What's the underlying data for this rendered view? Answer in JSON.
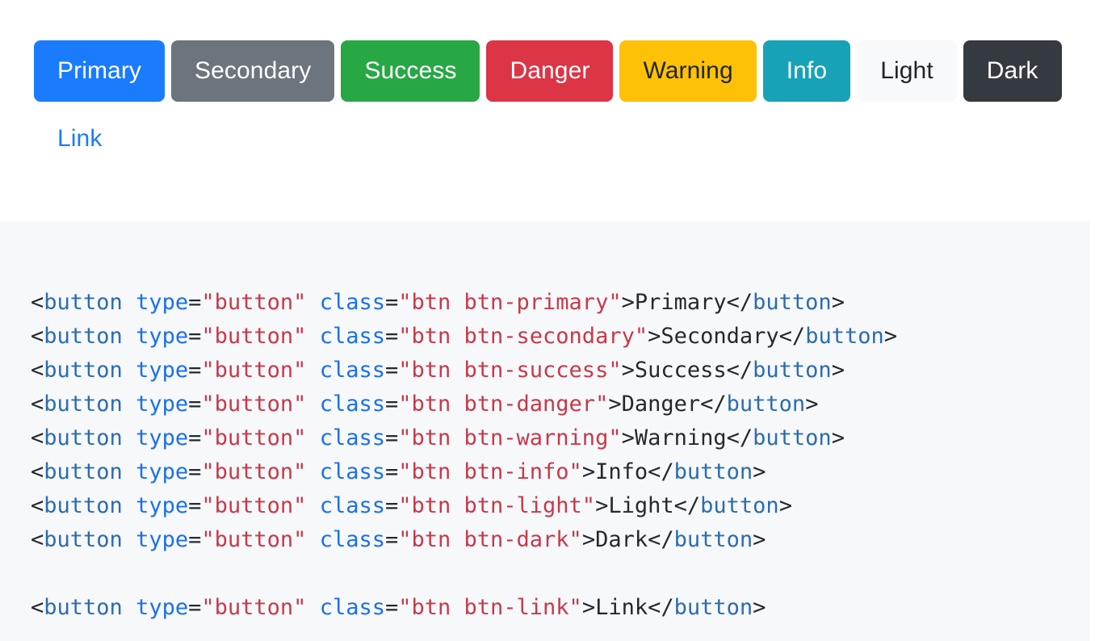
{
  "buttons": [
    {
      "label": "Primary",
      "variant": "primary",
      "color": "#1a7bfd",
      "text_color": "#ffffff"
    },
    {
      "label": "Secondary",
      "variant": "secondary",
      "color": "#6c757d",
      "text_color": "#ffffff"
    },
    {
      "label": "Success",
      "variant": "success",
      "color": "#28a745",
      "text_color": "#ffffff"
    },
    {
      "label": "Danger",
      "variant": "danger",
      "color": "#dc3545",
      "text_color": "#ffffff"
    },
    {
      "label": "Warning",
      "variant": "warning",
      "color": "#ffc107",
      "text_color": "#212529"
    },
    {
      "label": "Info",
      "variant": "info",
      "color": "#17a2b8",
      "text_color": "#ffffff"
    },
    {
      "label": "Light",
      "variant": "light",
      "color": "#f8f9fa",
      "text_color": "#212529"
    },
    {
      "label": "Dark",
      "variant": "dark",
      "color": "#343a40",
      "text_color": "#ffffff"
    }
  ],
  "link_button": {
    "label": "Link",
    "variant": "link",
    "color": "#1a7bfd"
  },
  "code": {
    "background": "#f7f8fa",
    "lines": [
      {
        "tag_open": "<",
        "tag": "button",
        "sp1": " ",
        "attr1": "type",
        "eq1": "=",
        "val1": "\"button\"",
        "sp2": " ",
        "attr2": "class",
        "eq2": "=",
        "val2": "\"btn btn-primary\"",
        "gt": ">",
        "content": "Primary",
        "close": "</",
        "close_tag": "button",
        "close_gt": ">"
      },
      {
        "tag_open": "<",
        "tag": "button",
        "sp1": " ",
        "attr1": "type",
        "eq1": "=",
        "val1": "\"button\"",
        "sp2": " ",
        "attr2": "class",
        "eq2": "=",
        "val2": "\"btn btn-secondary\"",
        "gt": ">",
        "content": "Secondary",
        "close": "</",
        "close_tag": "button",
        "close_gt": ">"
      },
      {
        "tag_open": "<",
        "tag": "button",
        "sp1": " ",
        "attr1": "type",
        "eq1": "=",
        "val1": "\"button\"",
        "sp2": " ",
        "attr2": "class",
        "eq2": "=",
        "val2": "\"btn btn-success\"",
        "gt": ">",
        "content": "Success",
        "close": "</",
        "close_tag": "button",
        "close_gt": ">"
      },
      {
        "tag_open": "<",
        "tag": "button",
        "sp1": " ",
        "attr1": "type",
        "eq1": "=",
        "val1": "\"button\"",
        "sp2": " ",
        "attr2": "class",
        "eq2": "=",
        "val2": "\"btn btn-danger\"",
        "gt": ">",
        "content": "Danger",
        "close": "</",
        "close_tag": "button",
        "close_gt": ">"
      },
      {
        "tag_open": "<",
        "tag": "button",
        "sp1": " ",
        "attr1": "type",
        "eq1": "=",
        "val1": "\"button\"",
        "sp2": " ",
        "attr2": "class",
        "eq2": "=",
        "val2": "\"btn btn-warning\"",
        "gt": ">",
        "content": "Warning",
        "close": "</",
        "close_tag": "button",
        "close_gt": ">"
      },
      {
        "tag_open": "<",
        "tag": "button",
        "sp1": " ",
        "attr1": "type",
        "eq1": "=",
        "val1": "\"button\"",
        "sp2": " ",
        "attr2": "class",
        "eq2": "=",
        "val2": "\"btn btn-info\"",
        "gt": ">",
        "content": "Info",
        "close": "</",
        "close_tag": "button",
        "close_gt": ">"
      },
      {
        "tag_open": "<",
        "tag": "button",
        "sp1": " ",
        "attr1": "type",
        "eq1": "=",
        "val1": "\"button\"",
        "sp2": " ",
        "attr2": "class",
        "eq2": "=",
        "val2": "\"btn btn-light\"",
        "gt": ">",
        "content": "Light",
        "close": "</",
        "close_tag": "button",
        "close_gt": ">"
      },
      {
        "tag_open": "<",
        "tag": "button",
        "sp1": " ",
        "attr1": "type",
        "eq1": "=",
        "val1": "\"button\"",
        "sp2": " ",
        "attr2": "class",
        "eq2": "=",
        "val2": "\"btn btn-dark\"",
        "gt": ">",
        "content": "Dark",
        "close": "</",
        "close_tag": "button",
        "close_gt": ">"
      },
      null,
      {
        "tag_open": "<",
        "tag": "button",
        "sp1": " ",
        "attr1": "type",
        "eq1": "=",
        "val1": "\"button\"",
        "sp2": " ",
        "attr2": "class",
        "eq2": "=",
        "val2": "\"btn btn-link\"",
        "gt": ">",
        "content": "Link",
        "close": "</",
        "close_tag": "button",
        "close_gt": ">"
      }
    ],
    "syntax_colors": {
      "punctuation": "#24292e",
      "tag_name": "#2b6cb0",
      "attribute": "#1a6ff0",
      "string": "#c7394a",
      "text": "#24292e"
    }
  }
}
